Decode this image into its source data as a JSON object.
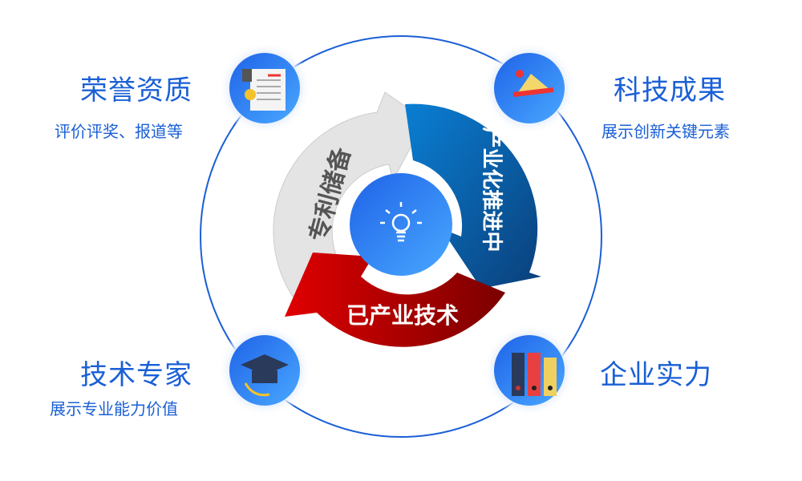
{
  "items": [
    {
      "title": "荣誉资质",
      "subtitle": "评价评奖、报道等",
      "icon": "certificate-icon"
    },
    {
      "title": "科技成果",
      "subtitle": "展示创新关键元素",
      "icon": "bell-icon"
    },
    {
      "title": "技术专家",
      "subtitle": "展示专业能力价值",
      "icon": "graduation-cap-icon"
    },
    {
      "title": "企业实力",
      "subtitle": "",
      "icon": "binders-icon"
    }
  ],
  "cycle": {
    "gray": "专利储备",
    "blue": "产业化推进中",
    "red": "已产业技术",
    "center_icon": "lightbulb-icon"
  },
  "colors": {
    "accent": "#1a5fd6",
    "gray": "#e4e4e4",
    "blue": "#0a5fae",
    "red": "#c40000"
  }
}
